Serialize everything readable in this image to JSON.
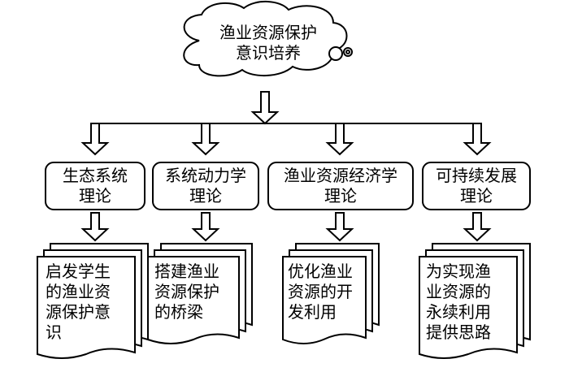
{
  "root": {
    "text": "渔业资源保护\n意识培养"
  },
  "theories": [
    {
      "text": "生态系统\n理论"
    },
    {
      "text": "系统动力学\n理论"
    },
    {
      "text": "渔业资源经济学\n理论"
    },
    {
      "text": "可持续发展\n理论"
    }
  ],
  "outcomes": [
    {
      "text": "启发学生\n的渔业资\n源保护意\n识"
    },
    {
      "text": "搭建渔业\n资源保护\n的桥梁"
    },
    {
      "text": "优化渔业\n资源的开\n发利用"
    },
    {
      "text": "为实现渔\n业资源的\n永续利用\n提供思路"
    }
  ],
  "colors": {
    "stroke": "#000000",
    "fill": "#ffffff"
  }
}
